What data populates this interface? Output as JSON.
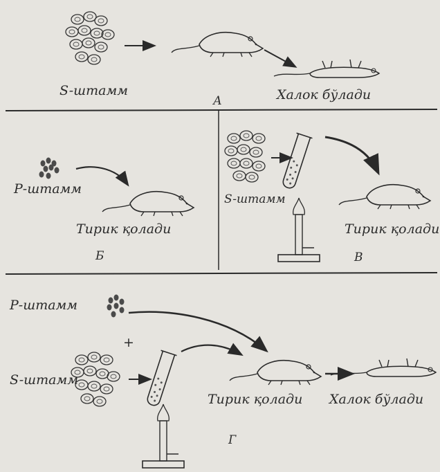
{
  "panel_a": {
    "strain_label": "S-штамм",
    "result_label": "Халок бўлади",
    "panel_letter": "А"
  },
  "panel_b": {
    "strain_label": "Р-штамм",
    "result_label": "Тирик қолади",
    "panel_letter": "Б"
  },
  "panel_v": {
    "strain_label": "S-штамм",
    "result_label": "Тирик қолади",
    "panel_letter": "В"
  },
  "panel_g": {
    "strain_r_label": "Р-штамм",
    "plus_sign": "+",
    "strain_s_label": "S-штамм",
    "result_alive_label": "Тирик қолади",
    "result_dead_label": "Халок бўлади",
    "panel_letter": "Г"
  }
}
